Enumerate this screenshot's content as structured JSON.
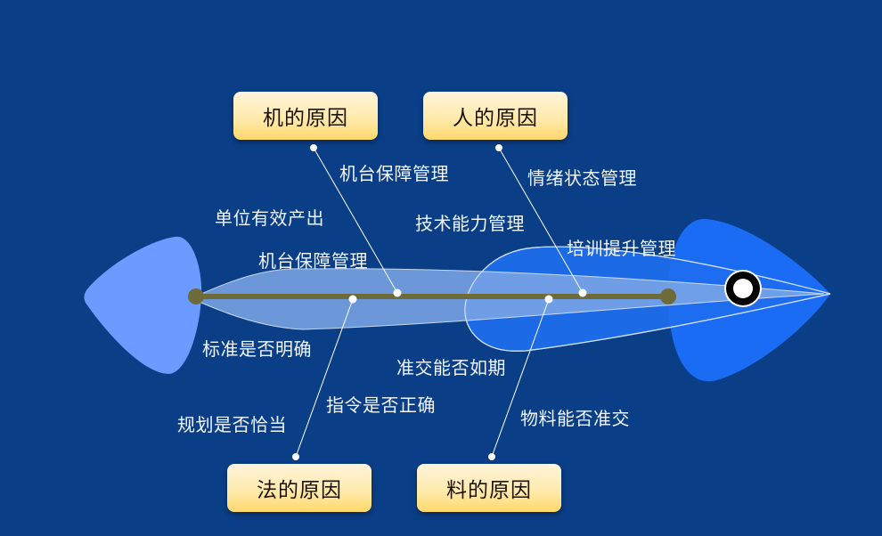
{
  "colors": {
    "background": "#0a3e86",
    "tail_fin": "#6b9bff",
    "head_fin": "#1a6cf5",
    "body_light": "#7ea8e8",
    "spine": "#6e6b3a",
    "category_box_top": "#fff5dc",
    "category_box_bottom": "#ffd86a",
    "label_text": "#f2f6ff"
  },
  "categories": {
    "machine": "机的原因",
    "man": "人的原因",
    "method": "法的原因",
    "material": "料的原因"
  },
  "labels": {
    "machine_1": "机台保障管理",
    "machine_2": "单位有效产出",
    "machine_3": "机台保障管理",
    "man_1": "情绪状态管理",
    "man_2": "技术能力管理",
    "man_3": "培训提升管理",
    "method_1": "标准是否明确",
    "method_2": "指令是否正确",
    "method_3": "规划是否恰当",
    "material_1": "准交能否如期",
    "material_2": "物料能否准交"
  }
}
